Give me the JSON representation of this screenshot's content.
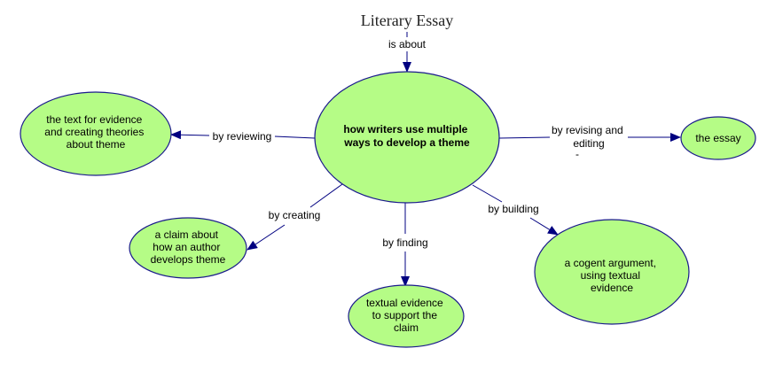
{
  "colors": {
    "node_fill": "#b5fc86",
    "node_stroke": "#1a1a8c",
    "connector": "#000080",
    "arrowhead": "#000080"
  },
  "title": "Literary Essay",
  "center": {
    "lines": [
      "how writers use multiple",
      "ways to develop a theme"
    ]
  },
  "links": {
    "is_about": "is about",
    "by_reviewing": "by reviewing",
    "by_revising": [
      "by revising and",
      "editing"
    ],
    "by_revising_mark": "-",
    "by_creating": "by creating",
    "by_finding": "by finding",
    "by_building": "by building"
  },
  "nodes": {
    "text_evidence": [
      "the text for evidence",
      "and creating theories",
      "about theme"
    ],
    "the_essay": [
      "the essay"
    ],
    "claim": [
      "a claim about",
      "how an author",
      "develops theme"
    ],
    "textual_evidence": [
      "textual evidence",
      "to support the",
      "claim"
    ],
    "cogent_argument": [
      "a cogent argument,",
      "using textual",
      "evidence"
    ]
  }
}
